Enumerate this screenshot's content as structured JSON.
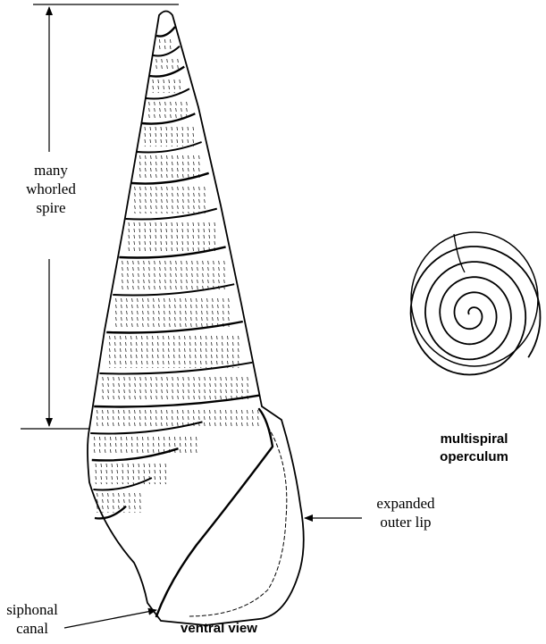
{
  "labels": {
    "spire": [
      "many",
      "whorled",
      "spire"
    ],
    "outer_lip": [
      "expanded",
      "outer lip"
    ],
    "siphonal_canal": [
      "siphonal",
      "canal"
    ],
    "operculum": [
      "multispiral",
      "operculum"
    ],
    "view": "ventral view"
  },
  "colors": {
    "ink": "#000000",
    "background": "#ffffff"
  }
}
